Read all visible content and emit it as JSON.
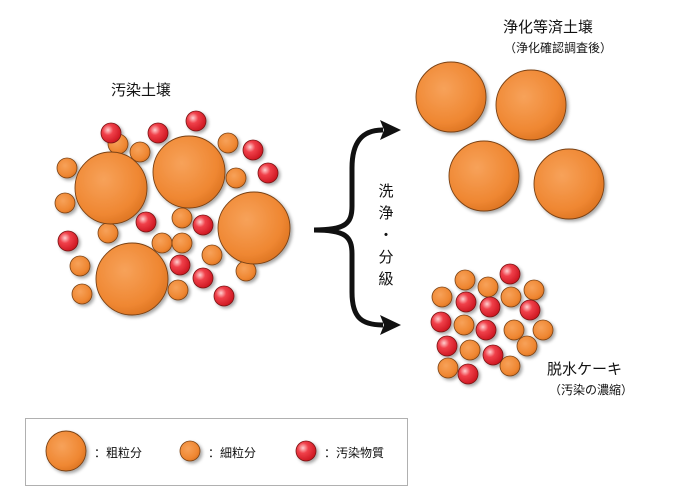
{
  "labels": {
    "contaminated_soil": "汚染土壌",
    "purified_soil": "浄化等済土壌",
    "purified_soil_sub": "（浄化確認調査後）",
    "process_chars": [
      "洗",
      "浄",
      "・",
      "分",
      "級"
    ],
    "dewatered_cake": "脱水ケーキ",
    "dewatered_cake_sub": "（汚染の濃縮）"
  },
  "legend": {
    "coarse": "：粗粒分",
    "fine": "：細粒分",
    "contaminant": "：汚染物質"
  },
  "colors": {
    "orange": "#f28c3a",
    "orange_edge": "#7a4214",
    "red": "#e8202c",
    "red_edge": "#7a1212",
    "arrow": "#111111"
  }
}
